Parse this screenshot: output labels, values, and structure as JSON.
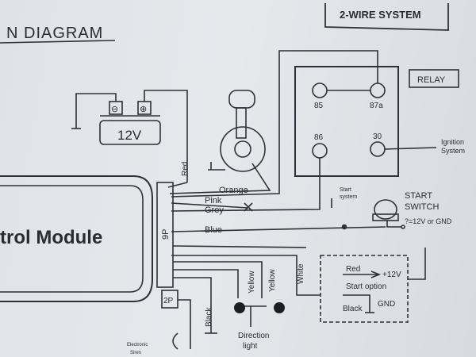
{
  "title": "N DIAGRAM",
  "system": "2-WIRE SYSTEM",
  "battery": {
    "minus": "⊖",
    "plus": "⊕",
    "voltage": "12V"
  },
  "relay": {
    "label": "RELAY",
    "pins": [
      "85",
      "87a",
      "86",
      "30"
    ]
  },
  "ignition_system": [
    "Ignition",
    "System"
  ],
  "module": {
    "label": "trol Module",
    "connector_9p": "9P",
    "connector_2p": "2P"
  },
  "wires": {
    "red": "Red",
    "orange": "Orange",
    "pink": "Pink",
    "grey": "Grey",
    "blue": "Blue",
    "white": "White",
    "black": "Black",
    "yellow_left": "Yellow",
    "yellow_right": "Yellow"
  },
  "start_system_label": [
    "Start",
    "system"
  ],
  "start_switch": [
    "START",
    "SWITCH"
  ],
  "start_switch_note": "?=12V or GND",
  "start_option": {
    "red": "Red",
    "plus": "+12V",
    "label": "Start option",
    "black": "Black",
    "gnd": "GND"
  },
  "direction_light": [
    "Direction",
    "light"
  ],
  "electronic_siren": [
    "Electronic",
    "Siren"
  ],
  "colors": {
    "line": "#2f3138",
    "paper": "#e3e5e9"
  }
}
